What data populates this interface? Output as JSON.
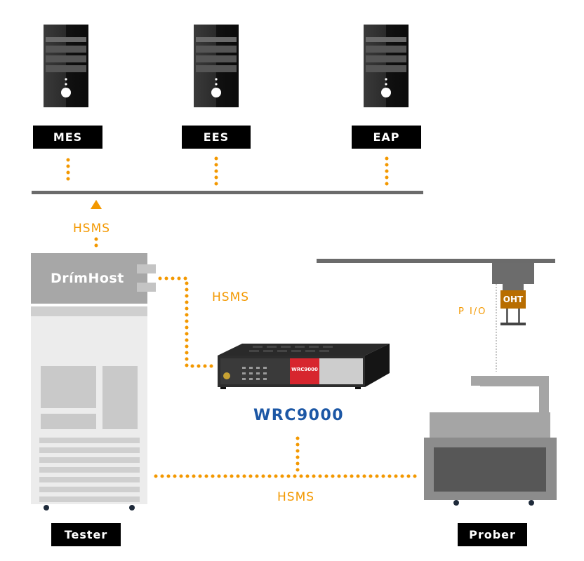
{
  "servers": [
    {
      "label": "MES"
    },
    {
      "label": "EES"
    },
    {
      "label": "EAP"
    }
  ],
  "links": {
    "host_uplink": "HSMS",
    "host_to_wrc": "HSMS",
    "tester_to_prober": "HSMS"
  },
  "drimhost": {
    "label": "DrímHost"
  },
  "wrc": {
    "label": "WRC9000",
    "badge": "WRC9000"
  },
  "oht": {
    "label": "OHT",
    "pio": "P I/O"
  },
  "equipment": {
    "tester": "Tester",
    "prober": "Prober"
  },
  "colors": {
    "accent_orange": "#f39800",
    "brand_blue": "#1c57a5",
    "label_bg": "#000000",
    "wrc_red": "#d7262e"
  }
}
